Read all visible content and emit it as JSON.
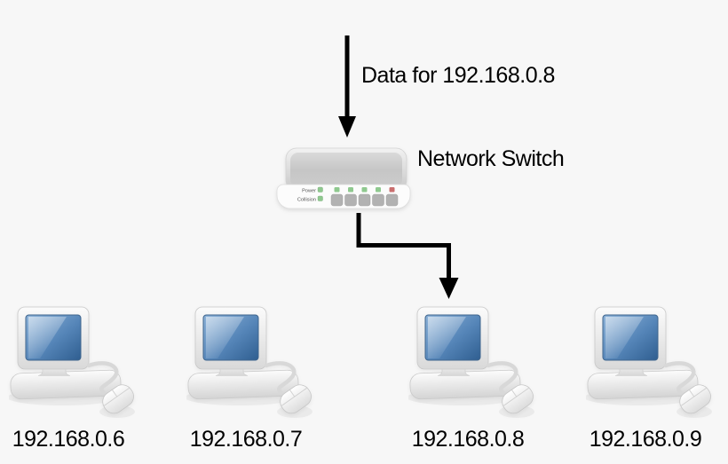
{
  "colors": {
    "background": "#f7f7f7",
    "arrow": "#000000",
    "text": "#000000",
    "led_green": "#8fc98f",
    "led_red": "#c96e6e",
    "port_gray": "#b2b2b2"
  },
  "flow_label": "Data for 192.168.0.8",
  "switch": {
    "label": "Network Switch",
    "power_label": "Power",
    "collision_label": "Collision",
    "leds": {
      "power": "#8fc98f",
      "collision": "#8fc98f",
      "ports": [
        "#8fc98f",
        "#8fc98f",
        "#8fc98f",
        "#8fc98f",
        "#c96e6e"
      ]
    }
  },
  "computers": [
    {
      "ip": "192.168.0.6"
    },
    {
      "ip": "192.168.0.7"
    },
    {
      "ip": "192.168.0.8"
    },
    {
      "ip": "192.168.0.9"
    }
  ]
}
